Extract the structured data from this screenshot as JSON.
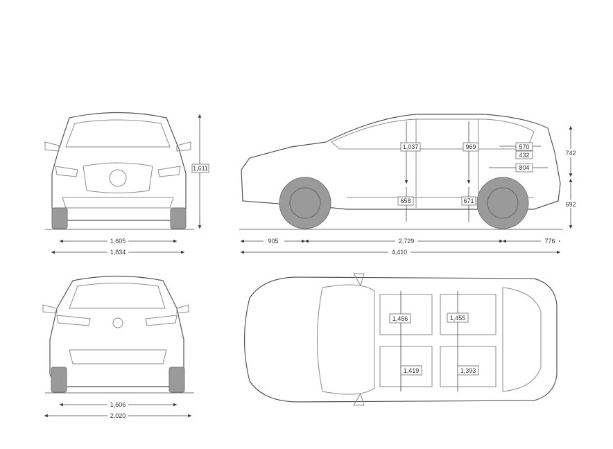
{
  "front_view": {
    "track": "1,605",
    "width": "1,834",
    "height": "1,611"
  },
  "side_view": {
    "front_overhang": "905",
    "wheelbase": "2,729",
    "rear_overhang": "776",
    "length": "4,410",
    "front_headroom": "1,037",
    "rear_headroom": "969",
    "boot_height": "570",
    "boot_opening": "432",
    "boot_length": "804",
    "upper_height": "742",
    "lower_height": "692",
    "front_seat_height": "658",
    "rear_seat_height": "671"
  },
  "rear_view": {
    "track": "1,606",
    "width_mirrors": "2,020"
  },
  "top_view": {
    "front_shoulder": "1,456",
    "rear_shoulder": "1,455",
    "front_hip": "1,419",
    "rear_hip": "1,393"
  }
}
